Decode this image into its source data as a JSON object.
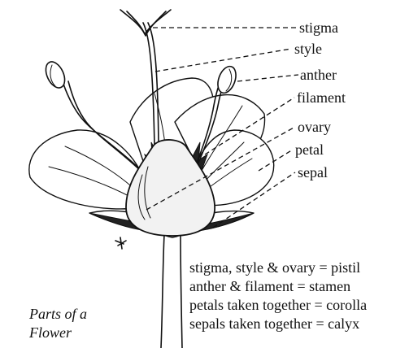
{
  "labels": {
    "stigma": "stigma",
    "style": "style",
    "anther": "anther",
    "filament": "filament",
    "ovary": "ovary",
    "petal": "petal",
    "sepal": "sepal"
  },
  "legend": {
    "line1": "stigma, style & ovary = pistil",
    "line2": "anther & filament = stamen",
    "line3": "petals taken together = corolla",
    "line4": "sepals taken together = calyx"
  },
  "caption": {
    "line1": "Parts of a",
    "line2": "Flower"
  }
}
